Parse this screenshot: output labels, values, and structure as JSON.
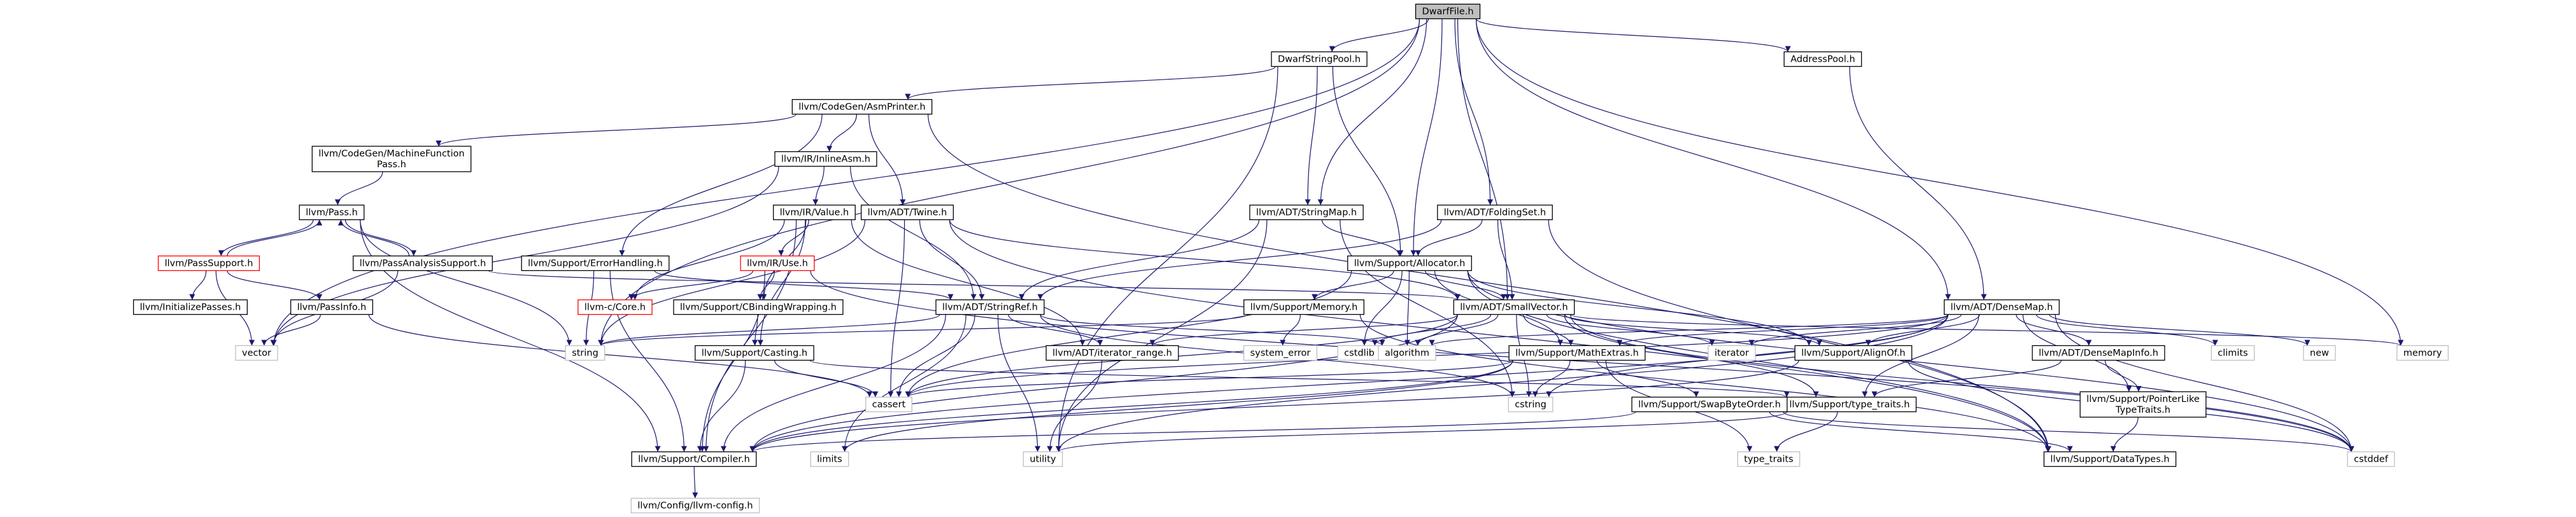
{
  "colors": {
    "edge": "#191970",
    "border": "#000000",
    "root_fill": "#bfbfbf",
    "missing_border": "#bfbfbf",
    "partial_border": "#ff0000",
    "node_fill": "#ffffff"
  },
  "nodes": [
    {
      "id": "DwarfFile.h",
      "lines": [
        "DwarfFile.h"
      ],
      "kind": "root"
    },
    {
      "id": "DwarfStringPool.h",
      "lines": [
        "DwarfStringPool.h"
      ],
      "kind": "normal"
    },
    {
      "id": "AddressPool.h",
      "lines": [
        "AddressPool.h"
      ],
      "kind": "normal"
    },
    {
      "id": "llvm/CodeGen/AsmPrinter.h",
      "lines": [
        "llvm/CodeGen/AsmPrinter.h"
      ],
      "kind": "normal"
    },
    {
      "id": "llvm/CodeGen/MachineFunctionPass.h",
      "lines": [
        "llvm/CodeGen/MachineFunction",
        "Pass.h"
      ],
      "kind": "normal"
    },
    {
      "id": "llvm/IR/InlineAsm.h",
      "lines": [
        "llvm/IR/InlineAsm.h"
      ],
      "kind": "normal"
    },
    {
      "id": "llvm/Pass.h",
      "lines": [
        "llvm/Pass.h"
      ],
      "kind": "normal"
    },
    {
      "id": "llvm/IR/Value.h",
      "lines": [
        "llvm/IR/Value.h"
      ],
      "kind": "normal"
    },
    {
      "id": "llvm/ADT/Twine.h",
      "lines": [
        "llvm/ADT/Twine.h"
      ],
      "kind": "normal"
    },
    {
      "id": "llvm/ADT/StringMap.h",
      "lines": [
        "llvm/ADT/StringMap.h"
      ],
      "kind": "normal"
    },
    {
      "id": "llvm/ADT/FoldingSet.h",
      "lines": [
        "llvm/ADT/FoldingSet.h"
      ],
      "kind": "normal"
    },
    {
      "id": "llvm/PassSupport.h",
      "lines": [
        "llvm/PassSupport.h"
      ],
      "kind": "partial"
    },
    {
      "id": "llvm/PassAnalysisSupport.h",
      "lines": [
        "llvm/PassAnalysisSupport.h"
      ],
      "kind": "normal"
    },
    {
      "id": "llvm/Support/ErrorHandling.h",
      "lines": [
        "llvm/Support/ErrorHandling.h"
      ],
      "kind": "normal"
    },
    {
      "id": "llvm/IR/Use.h",
      "lines": [
        "llvm/IR/Use.h"
      ],
      "kind": "partial"
    },
    {
      "id": "llvm/Support/Allocator.h",
      "lines": [
        "llvm/Support/Allocator.h"
      ],
      "kind": "normal"
    },
    {
      "id": "llvm/InitializePasses.h",
      "lines": [
        "llvm/InitializePasses.h"
      ],
      "kind": "normal"
    },
    {
      "id": "llvm/PassInfo.h",
      "lines": [
        "llvm/PassInfo.h"
      ],
      "kind": "normal"
    },
    {
      "id": "llvm-c/Core.h",
      "lines": [
        "llvm-c/Core.h"
      ],
      "kind": "partial"
    },
    {
      "id": "llvm/Support/CBindingWrapping.h",
      "lines": [
        "llvm/Support/CBindingWrapping.h"
      ],
      "kind": "normal"
    },
    {
      "id": "llvm/ADT/StringRef.h",
      "lines": [
        "llvm/ADT/StringRef.h"
      ],
      "kind": "normal"
    },
    {
      "id": "llvm/Support/Memory.h",
      "lines": [
        "llvm/Support/Memory.h"
      ],
      "kind": "normal"
    },
    {
      "id": "llvm/ADT/SmallVector.h",
      "lines": [
        "llvm/ADT/SmallVector.h"
      ],
      "kind": "normal"
    },
    {
      "id": "llvm/ADT/DenseMap.h",
      "lines": [
        "llvm/ADT/DenseMap.h"
      ],
      "kind": "normal"
    },
    {
      "id": "vector",
      "lines": [
        "vector"
      ],
      "kind": "missing"
    },
    {
      "id": "string",
      "lines": [
        "string"
      ],
      "kind": "missing"
    },
    {
      "id": "llvm/Support/Casting.h",
      "lines": [
        "llvm/Support/Casting.h"
      ],
      "kind": "normal"
    },
    {
      "id": "system_error",
      "lines": [
        "system_error"
      ],
      "kind": "missing"
    },
    {
      "id": "llvm/ADT/iterator_range.h",
      "lines": [
        "llvm/ADT/iterator_range.h"
      ],
      "kind": "normal"
    },
    {
      "id": "cstdlib",
      "lines": [
        "cstdlib"
      ],
      "kind": "missing"
    },
    {
      "id": "algorithm",
      "lines": [
        "algorithm"
      ],
      "kind": "missing"
    },
    {
      "id": "llvm/Support/MathExtras.h",
      "lines": [
        "llvm/Support/MathExtras.h"
      ],
      "kind": "normal"
    },
    {
      "id": "iterator",
      "lines": [
        "iterator"
      ],
      "kind": "missing"
    },
    {
      "id": "llvm/Support/AlignOf.h",
      "lines": [
        "llvm/Support/AlignOf.h"
      ],
      "kind": "normal"
    },
    {
      "id": "llvm/ADT/DenseMapInfo.h",
      "lines": [
        "llvm/ADT/DenseMapInfo.h"
      ],
      "kind": "normal"
    },
    {
      "id": "climits",
      "lines": [
        "climits"
      ],
      "kind": "missing"
    },
    {
      "id": "new",
      "lines": [
        "new"
      ],
      "kind": "missing"
    },
    {
      "id": "memory",
      "lines": [
        "memory"
      ],
      "kind": "missing"
    },
    {
      "id": "cassert",
      "lines": [
        "cassert"
      ],
      "kind": "missing"
    },
    {
      "id": "cstring",
      "lines": [
        "cstring"
      ],
      "kind": "missing"
    },
    {
      "id": "llvm/Support/type_traits.h",
      "lines": [
        "llvm/Support/type_traits.h"
      ],
      "kind": "normal"
    },
    {
      "id": "llvm/Support/SwapByteOrder.h",
      "lines": [
        "llvm/Support/SwapByteOrder.h"
      ],
      "kind": "normal"
    },
    {
      "id": "llvm/Support/PointerLikeTypeTraits.h",
      "lines": [
        "llvm/Support/PointerLike",
        "TypeTraits.h"
      ],
      "kind": "normal"
    },
    {
      "id": "llvm/Support/Compiler.h",
      "lines": [
        "llvm/Support/Compiler.h"
      ],
      "kind": "normal"
    },
    {
      "id": "limits",
      "lines": [
        "limits"
      ],
      "kind": "missing"
    },
    {
      "id": "utility",
      "lines": [
        "utility"
      ],
      "kind": "missing"
    },
    {
      "id": "type_traits",
      "lines": [
        "type_traits"
      ],
      "kind": "missing"
    },
    {
      "id": "llvm/Support/DataTypes.h",
      "lines": [
        "llvm/Support/DataTypes.h"
      ],
      "kind": "normal"
    },
    {
      "id": "cstddef",
      "lines": [
        "cstddef"
      ],
      "kind": "missing"
    },
    {
      "id": "llvm/Config/llvm-config.h",
      "lines": [
        "llvm/Config/llvm-config.h"
      ],
      "kind": "missing"
    }
  ],
  "edges": [
    [
      "DwarfFile.h",
      "DwarfStringPool.h"
    ],
    [
      "DwarfFile.h",
      "AddressPool.h"
    ],
    [
      "DwarfFile.h",
      "llvm/ADT/DenseMap.h"
    ],
    [
      "DwarfFile.h",
      "llvm/ADT/FoldingSet.h"
    ],
    [
      "DwarfFile.h",
      "llvm/ADT/SmallVector.h"
    ],
    [
      "DwarfFile.h",
      "llvm/Support/Allocator.h"
    ],
    [
      "DwarfFile.h",
      "llvm/ADT/StringMap.h"
    ],
    [
      "DwarfFile.h",
      "memory"
    ],
    [
      "DwarfFile.h",
      "vector"
    ],
    [
      "DwarfFile.h",
      "string"
    ],
    [
      "DwarfStringPool.h",
      "llvm/CodeGen/AsmPrinter.h"
    ],
    [
      "DwarfStringPool.h",
      "llvm/ADT/StringMap.h"
    ],
    [
      "DwarfStringPool.h",
      "llvm/Support/Allocator.h"
    ],
    [
      "DwarfStringPool.h",
      "utility"
    ],
    [
      "AddressPool.h",
      "llvm/ADT/DenseMap.h"
    ],
    [
      "llvm/CodeGen/AsmPrinter.h",
      "llvm/CodeGen/MachineFunctionPass.h"
    ],
    [
      "llvm/CodeGen/AsmPrinter.h",
      "llvm/IR/InlineAsm.h"
    ],
    [
      "llvm/CodeGen/AsmPrinter.h",
      "llvm/ADT/Twine.h"
    ],
    [
      "llvm/CodeGen/AsmPrinter.h",
      "llvm/Support/ErrorHandling.h"
    ],
    [
      "llvm/CodeGen/AsmPrinter.h",
      "llvm/Support/DataTypes.h"
    ],
    [
      "llvm/CodeGen/MachineFunctionPass.h",
      "llvm/Pass.h"
    ],
    [
      "llvm/IR/InlineAsm.h",
      "llvm/IR/Value.h"
    ],
    [
      "llvm/IR/InlineAsm.h",
      "llvm/ADT/StringRef.h"
    ],
    [
      "llvm/IR/InlineAsm.h",
      "vector"
    ],
    [
      "llvm/Pass.h",
      "llvm/PassSupport.h"
    ],
    [
      "llvm/Pass.h",
      "llvm/PassAnalysisSupport.h"
    ],
    [
      "llvm/Pass.h",
      "llvm/Support/Compiler.h"
    ],
    [
      "llvm/Pass.h",
      "string"
    ],
    [
      "llvm/PassSupport.h",
      "llvm/Pass.h"
    ],
    [
      "llvm/PassSupport.h",
      "llvm/InitializePasses.h"
    ],
    [
      "llvm/PassSupport.h",
      "llvm/PassInfo.h"
    ],
    [
      "llvm/PassSupport.h",
      "vector"
    ],
    [
      "llvm/PassAnalysisSupport.h",
      "llvm/Pass.h"
    ],
    [
      "llvm/PassAnalysisSupport.h",
      "llvm/ADT/SmallVector.h"
    ],
    [
      "llvm/PassAnalysisSupport.h",
      "vector"
    ],
    [
      "llvm/PassInfo.h",
      "vector"
    ],
    [
      "llvm/PassInfo.h",
      "cassert"
    ],
    [
      "llvm/IR/Value.h",
      "llvm/IR/Use.h"
    ],
    [
      "llvm/IR/Value.h",
      "llvm-c/Core.h"
    ],
    [
      "llvm/IR/Value.h",
      "llvm/Support/CBindingWrapping.h"
    ],
    [
      "llvm/IR/Value.h",
      "llvm/ADT/iterator_range.h"
    ],
    [
      "llvm/IR/Value.h",
      "llvm/Support/Casting.h"
    ],
    [
      "llvm/IR/Value.h",
      "llvm/Support/Compiler.h"
    ],
    [
      "llvm/IR/Use.h",
      "llvm-c/Core.h"
    ],
    [
      "llvm/IR/Use.h",
      "llvm/Support/CBindingWrapping.h"
    ],
    [
      "llvm/IR/Use.h",
      "llvm/Support/Compiler.h"
    ],
    [
      "llvm/IR/Use.h",
      "cstddef"
    ],
    [
      "llvm/Support/CBindingWrapping.h",
      "llvm/Support/Casting.h"
    ],
    [
      "llvm/ADT/Twine.h",
      "llvm/ADT/StringRef.h"
    ],
    [
      "llvm/ADT/Twine.h",
      "llvm/ADT/SmallVector.h"
    ],
    [
      "llvm/ADT/Twine.h",
      "llvm/Support/DataTypes.h"
    ],
    [
      "llvm/ADT/Twine.h",
      "cassert"
    ],
    [
      "llvm/ADT/Twine.h",
      "string"
    ],
    [
      "llvm/Support/ErrorHandling.h",
      "llvm/ADT/StringRef.h"
    ],
    [
      "llvm/Support/ErrorHandling.h",
      "llvm/Support/Compiler.h"
    ],
    [
      "llvm/Support/ErrorHandling.h",
      "string"
    ],
    [
      "llvm/ADT/StringRef.h",
      "llvm/ADT/iterator_range.h"
    ],
    [
      "llvm/ADT/StringRef.h",
      "llvm/Support/Compiler.h"
    ],
    [
      "llvm/ADT/StringRef.h",
      "algorithm"
    ],
    [
      "llvm/ADT/StringRef.h",
      "cassert"
    ],
    [
      "llvm/ADT/StringRef.h",
      "cstring"
    ],
    [
      "llvm/ADT/StringRef.h",
      "limits"
    ],
    [
      "llvm/ADT/StringRef.h",
      "string"
    ],
    [
      "llvm/ADT/StringRef.h",
      "utility"
    ],
    [
      "llvm/ADT/iterator_range.h",
      "utility"
    ],
    [
      "llvm/Support/Casting.h",
      "llvm/Support/type_traits.h"
    ],
    [
      "llvm/Support/Casting.h",
      "llvm/Support/Compiler.h"
    ],
    [
      "llvm/Support/Casting.h",
      "cassert"
    ],
    [
      "llvm/ADT/StringMap.h",
      "llvm/ADT/StringRef.h"
    ],
    [
      "llvm/ADT/StringMap.h",
      "llvm/Support/Allocator.h"
    ],
    [
      "llvm/ADT/StringMap.h",
      "cstring"
    ],
    [
      "llvm/ADT/StringMap.h",
      "utility"
    ],
    [
      "llvm/ADT/FoldingSet.h",
      "llvm/ADT/SmallVector.h"
    ],
    [
      "llvm/ADT/FoldingSet.h",
      "llvm/ADT/StringRef.h"
    ],
    [
      "llvm/ADT/FoldingSet.h",
      "llvm/Support/Allocator.h"
    ],
    [
      "llvm/ADT/FoldingSet.h",
      "llvm/Support/DataTypes.h"
    ],
    [
      "llvm/Support/Allocator.h",
      "llvm/ADT/SmallVector.h"
    ],
    [
      "llvm/Support/Allocator.h",
      "llvm/Support/AlignOf.h"
    ],
    [
      "llvm/Support/Allocator.h",
      "llvm/Support/DataTypes.h"
    ],
    [
      "llvm/Support/Allocator.h",
      "llvm/Support/MathExtras.h"
    ],
    [
      "llvm/Support/Allocator.h",
      "llvm/Support/Memory.h"
    ],
    [
      "llvm/Support/Allocator.h",
      "algorithm"
    ],
    [
      "llvm/Support/Allocator.h",
      "cassert"
    ],
    [
      "llvm/Support/Allocator.h",
      "cstddef"
    ],
    [
      "llvm/Support/Allocator.h",
      "cstdlib"
    ],
    [
      "llvm/Support/Memory.h",
      "llvm/Support/DataTypes.h"
    ],
    [
      "llvm/Support/Memory.h",
      "string"
    ],
    [
      "llvm/Support/Memory.h",
      "system_error"
    ],
    [
      "llvm/ADT/SmallVector.h",
      "llvm/ADT/iterator_range.h"
    ],
    [
      "llvm/ADT/SmallVector.h",
      "llvm/Support/AlignOf.h"
    ],
    [
      "llvm/ADT/SmallVector.h",
      "llvm/Support/Compiler.h"
    ],
    [
      "llvm/ADT/SmallVector.h",
      "llvm/Support/MathExtras.h"
    ],
    [
      "llvm/ADT/SmallVector.h",
      "llvm/Support/type_traits.h"
    ],
    [
      "llvm/ADT/SmallVector.h",
      "algorithm"
    ],
    [
      "llvm/ADT/SmallVector.h",
      "cassert"
    ],
    [
      "llvm/ADT/SmallVector.h",
      "cstddef"
    ],
    [
      "llvm/ADT/SmallVector.h",
      "cstdlib"
    ],
    [
      "llvm/ADT/SmallVector.h",
      "cstring"
    ],
    [
      "llvm/ADT/SmallVector.h",
      "iterator"
    ],
    [
      "llvm/ADT/SmallVector.h",
      "memory"
    ],
    [
      "llvm/Support/MathExtras.h",
      "llvm/Support/Compiler.h"
    ],
    [
      "llvm/Support/MathExtras.h",
      "llvm/Support/SwapByteOrder.h"
    ],
    [
      "llvm/Support/MathExtras.h",
      "cassert"
    ],
    [
      "llvm/Support/MathExtras.h",
      "cstring"
    ],
    [
      "llvm/Support/MathExtras.h",
      "type_traits"
    ],
    [
      "llvm/Support/MathExtras.h",
      "limits"
    ],
    [
      "llvm/Support/SwapByteOrder.h",
      "llvm/Support/Compiler.h"
    ],
    [
      "llvm/Support/SwapByteOrder.h",
      "llvm/Support/DataTypes.h"
    ],
    [
      "llvm/Support/SwapByteOrder.h",
      "cstddef"
    ],
    [
      "llvm/Support/AlignOf.h",
      "llvm/Support/Compiler.h"
    ],
    [
      "llvm/Support/AlignOf.h",
      "cstddef"
    ],
    [
      "llvm/Support/type_traits.h",
      "type_traits"
    ],
    [
      "llvm/Support/type_traits.h",
      "utility"
    ],
    [
      "llvm/ADT/DenseMap.h",
      "llvm/ADT/DenseMapInfo.h"
    ],
    [
      "llvm/ADT/DenseMap.h",
      "llvm/Support/AlignOf.h"
    ],
    [
      "llvm/ADT/DenseMap.h",
      "llvm/Support/Compiler.h"
    ],
    [
      "llvm/ADT/DenseMap.h",
      "llvm/Support/MathExtras.h"
    ],
    [
      "llvm/ADT/DenseMap.h",
      "llvm/Support/PointerLikeTypeTraits.h"
    ],
    [
      "llvm/ADT/DenseMap.h",
      "llvm/Support/type_traits.h"
    ],
    [
      "llvm/ADT/DenseMap.h",
      "algorithm"
    ],
    [
      "llvm/ADT/DenseMap.h",
      "cassert"
    ],
    [
      "llvm/ADT/DenseMap.h",
      "climits"
    ],
    [
      "llvm/ADT/DenseMap.h",
      "cstddef"
    ],
    [
      "llvm/ADT/DenseMap.h",
      "cstring"
    ],
    [
      "llvm/ADT/DenseMap.h",
      "iterator"
    ],
    [
      "llvm/ADT/DenseMap.h",
      "new"
    ],
    [
      "llvm/ADT/DenseMap.h",
      "utility"
    ],
    [
      "llvm/ADT/DenseMapInfo.h",
      "llvm/Support/PointerLikeTypeTraits.h"
    ],
    [
      "llvm/ADT/DenseMapInfo.h",
      "llvm/Support/type_traits.h"
    ],
    [
      "llvm/Support/PointerLikeTypeTraits.h",
      "llvm/Support/DataTypes.h"
    ],
    [
      "llvm/Support/Compiler.h",
      "llvm/Config/llvm-config.h"
    ]
  ]
}
